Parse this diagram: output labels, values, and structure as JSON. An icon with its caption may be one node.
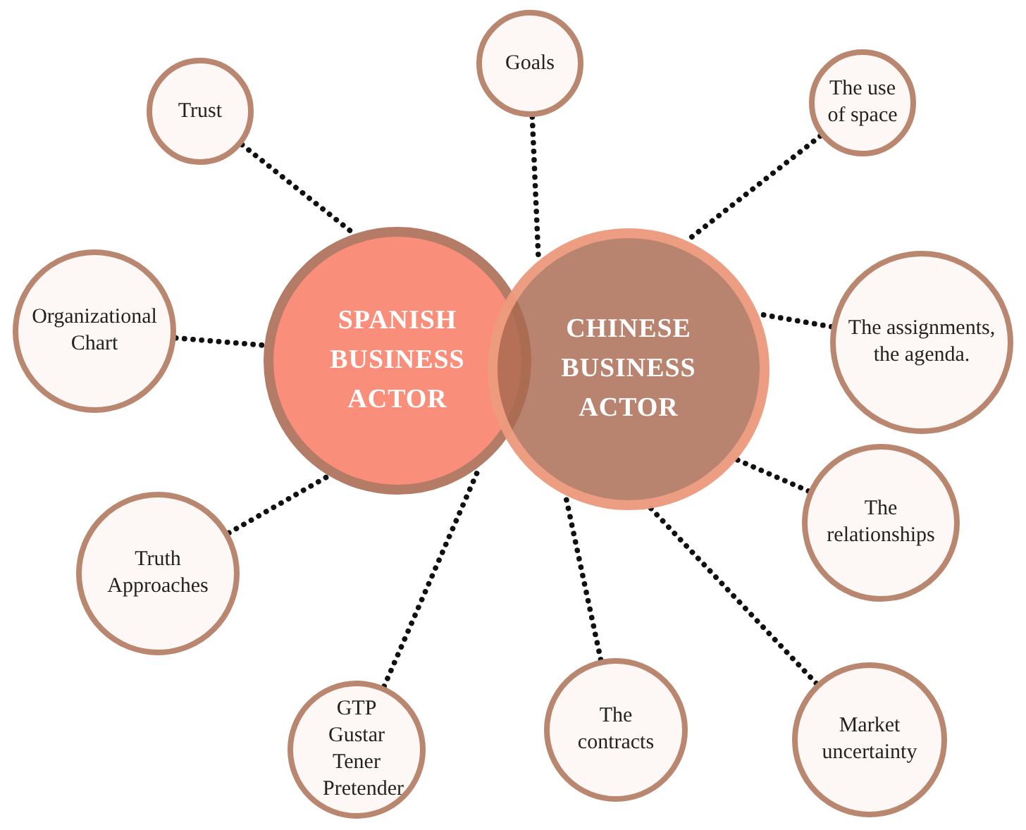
{
  "diagram": {
    "nodes": [
      {
        "text": [
          "SPANISH BUSINESS ACTOR"
        ]
      },
      {
        "text": [
          "CHINESE BUSINESS ACTOR"
        ]
      },
      {
        "text": [
          "Goals"
        ]
      },
      {
        "text": [
          "Trust"
        ]
      },
      {
        "text": [
          "The use of space"
        ]
      },
      {
        "text": [
          "Organizational Chart"
        ]
      },
      {
        "text": [
          "The assignments, the agenda."
        ]
      },
      {
        "text": [
          "Truth Approaches"
        ]
      },
      {
        "text": [
          "The relationships"
        ]
      },
      {
        "text": [
          "GTP Gustar Tener Pretender"
        ]
      },
      {
        "text": [
          "The contracts"
        ]
      },
      {
        "text": [
          "Market uncertainty"
        ]
      }
    ],
    "edges": [
      {
        "from": 2,
        "to": 1,
        "arrow": "none",
        "style": "dashed"
      },
      {
        "from": 3,
        "to": 0,
        "arrow": "none",
        "style": "dashed"
      },
      {
        "from": 4,
        "to": 1,
        "arrow": "none",
        "style": "dashed"
      },
      {
        "from": 5,
        "to": 0,
        "arrow": "none",
        "style": "dashed"
      },
      {
        "from": 6,
        "to": 1,
        "arrow": "none",
        "style": "dashed"
      },
      {
        "from": 7,
        "to": 0,
        "arrow": "none",
        "style": "dashed"
      },
      {
        "from": 8,
        "to": 1,
        "arrow": "none",
        "style": "dashed"
      },
      {
        "from": 9,
        "to": 0,
        "arrow": "none",
        "style": "dashed"
      },
      {
        "from": 10,
        "to": 1,
        "arrow": "none",
        "style": "dashed"
      },
      {
        "from": 11,
        "to": 1,
        "arrow": "none",
        "style": "dashed"
      }
    ]
  }
}
